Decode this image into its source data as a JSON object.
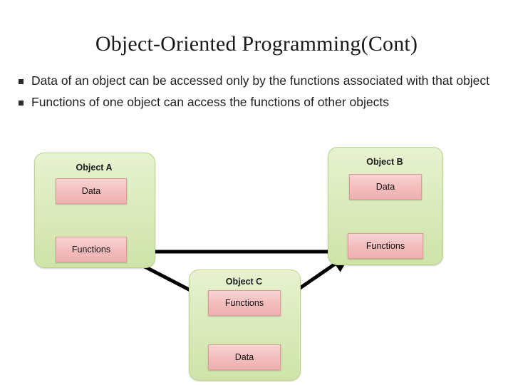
{
  "slide": {
    "title": "Object-Oriented Programming(Cont)",
    "bullets": [
      {
        "marker": "square-bullet",
        "text": "Data of an object can be accessed only by the functions associated with that object"
      },
      {
        "marker": "square-bullet",
        "text": "Functions of one object can access the functions of other objects"
      }
    ]
  },
  "diagram": {
    "type": "object-interaction-diagram",
    "objects": [
      {
        "id": "a",
        "title": "Object A",
        "members": [
          {
            "id": "a-data",
            "label": "Data"
          },
          {
            "id": "a-func",
            "label": "Functions"
          }
        ]
      },
      {
        "id": "b",
        "title": "Object B",
        "members": [
          {
            "id": "b-data",
            "label": "Data"
          },
          {
            "id": "b-func",
            "label": "Functions"
          }
        ]
      },
      {
        "id": "c",
        "title": "Object C",
        "members": [
          {
            "id": "c-func",
            "label": "Functions"
          },
          {
            "id": "c-data",
            "label": "Data"
          }
        ]
      }
    ],
    "colors": {
      "object_fill": "#dcebbe",
      "object_border": "#b9d58c",
      "member_fill": "#f3bcbc",
      "member_border": "#e09b9b",
      "arrow": "#000000",
      "title_text": "#1a1a1a"
    }
  }
}
